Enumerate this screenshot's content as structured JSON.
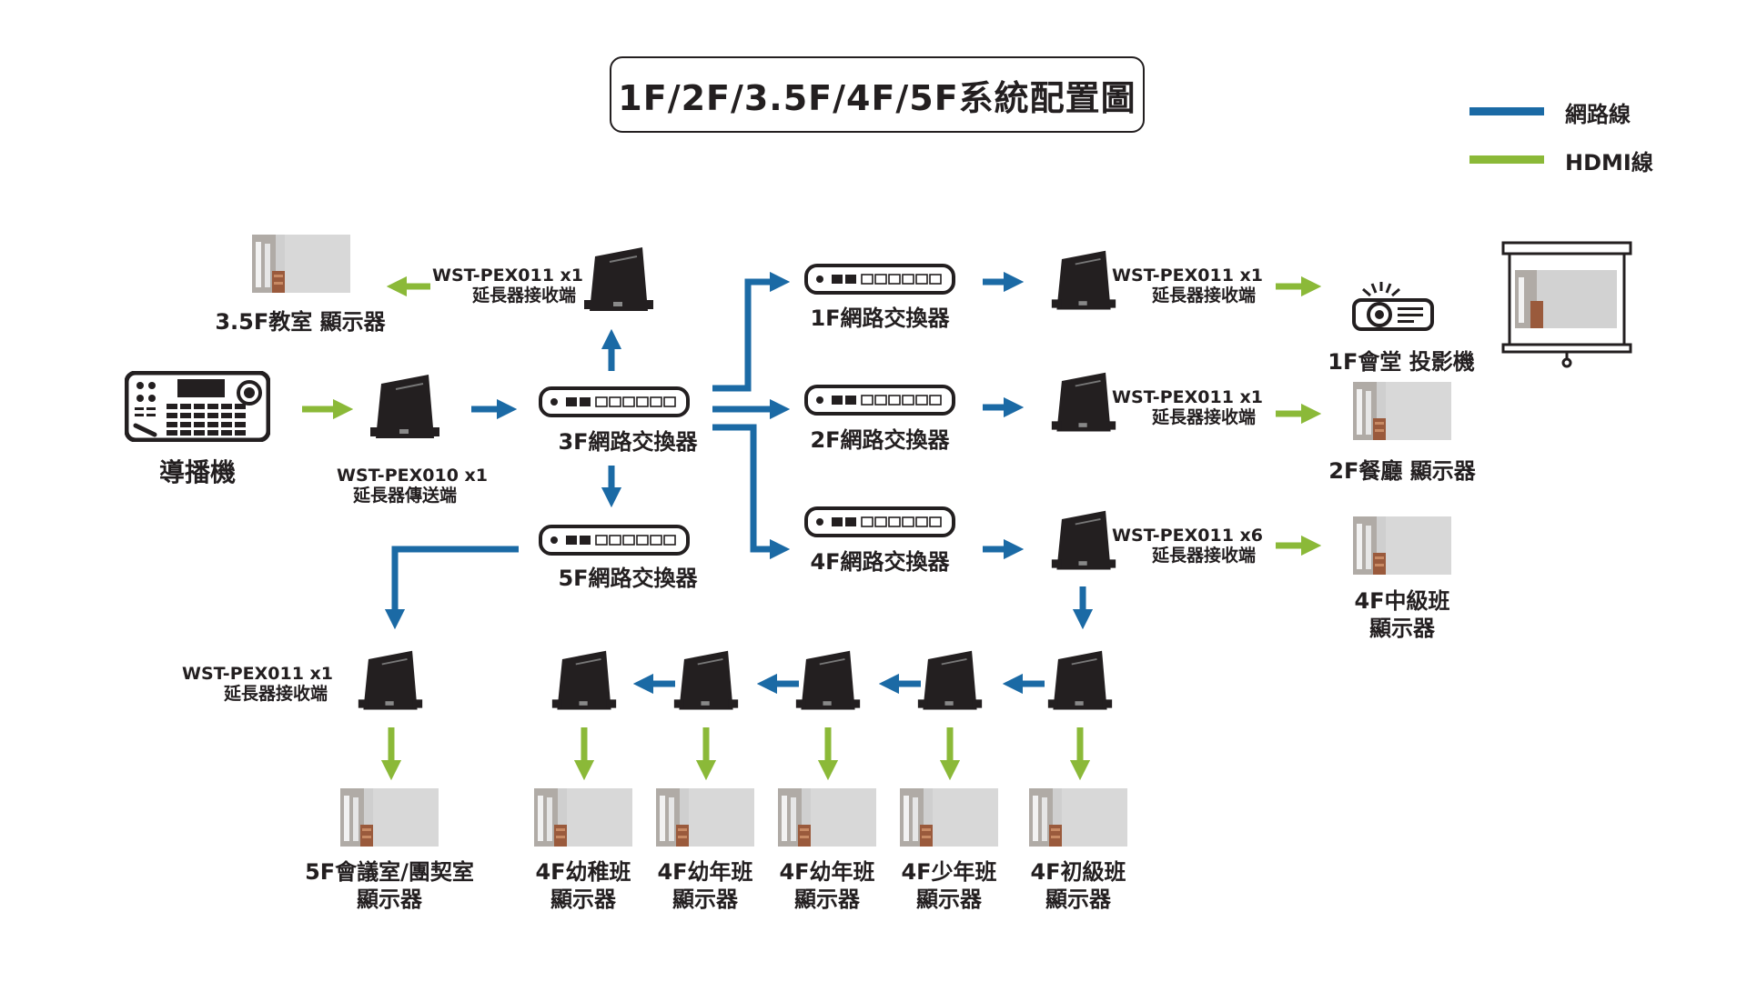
{
  "title": "1F/2F/3.5F/4F/5F系統配置圖",
  "colors": {
    "network": "#1b6aa5",
    "hdmi": "#8bb938",
    "device": "#231f20"
  },
  "legend": [
    {
      "label": "網路線",
      "color": "#1b6aa5"
    },
    {
      "label": "HDMI線",
      "color": "#8bb938"
    }
  ],
  "icons": {
    "controller": "broadcast-controller-icon",
    "extender": "extender-box-icon",
    "switch": "network-switch-icon",
    "display": "display-screen-icon",
    "projector": "projector-icon",
    "projection_screen": "projection-screen-icon"
  },
  "nodes": {
    "controller": "導播機",
    "transmitter": {
      "model": "WST-PEX010 x1",
      "role": "延長器傳送端"
    },
    "rx_35f": {
      "model": "WST-PEX011 x1",
      "role": "延長器接收端"
    },
    "rx_1f": {
      "model": "WST-PEX011 x1",
      "role": "延長器接收端"
    },
    "rx_2f": {
      "model": "WST-PEX011 x1",
      "role": "延長器接收端"
    },
    "rx_4f": {
      "model": "WST-PEX011 x6",
      "role": "延長器接收端"
    },
    "rx_5f": {
      "model": "WST-PEX011 x1",
      "role": "延長器接收端"
    },
    "switch_3f": "3F網路交換器",
    "switch_5f": "5F網路交換器",
    "switch_1f": "1F網路交換器",
    "switch_2f": "2F網路交換器",
    "switch_4f": "4F網路交換器"
  },
  "displays": {
    "d_35f": "3.5F教室 顯示器",
    "projector_1f": "1F會堂 投影機",
    "d_2f": "2F餐廳 顯示器",
    "d_4f_mid": {
      "line1": "4F中級班",
      "line2": "顯示器"
    },
    "d_5f": {
      "line1": "5F會議室/團契室",
      "line2": "顯示器"
    },
    "d_4f_a": {
      "line1": "4F幼稚班",
      "line2": "顯示器"
    },
    "d_4f_b": {
      "line1": "4F幼年班",
      "line2": "顯示器"
    },
    "d_4f_c": {
      "line1": "4F幼年班",
      "line2": "顯示器"
    },
    "d_4f_d": {
      "line1": "4F少年班",
      "line2": "顯示器"
    },
    "d_4f_e": {
      "line1": "4F初級班",
      "line2": "顯示器"
    }
  }
}
